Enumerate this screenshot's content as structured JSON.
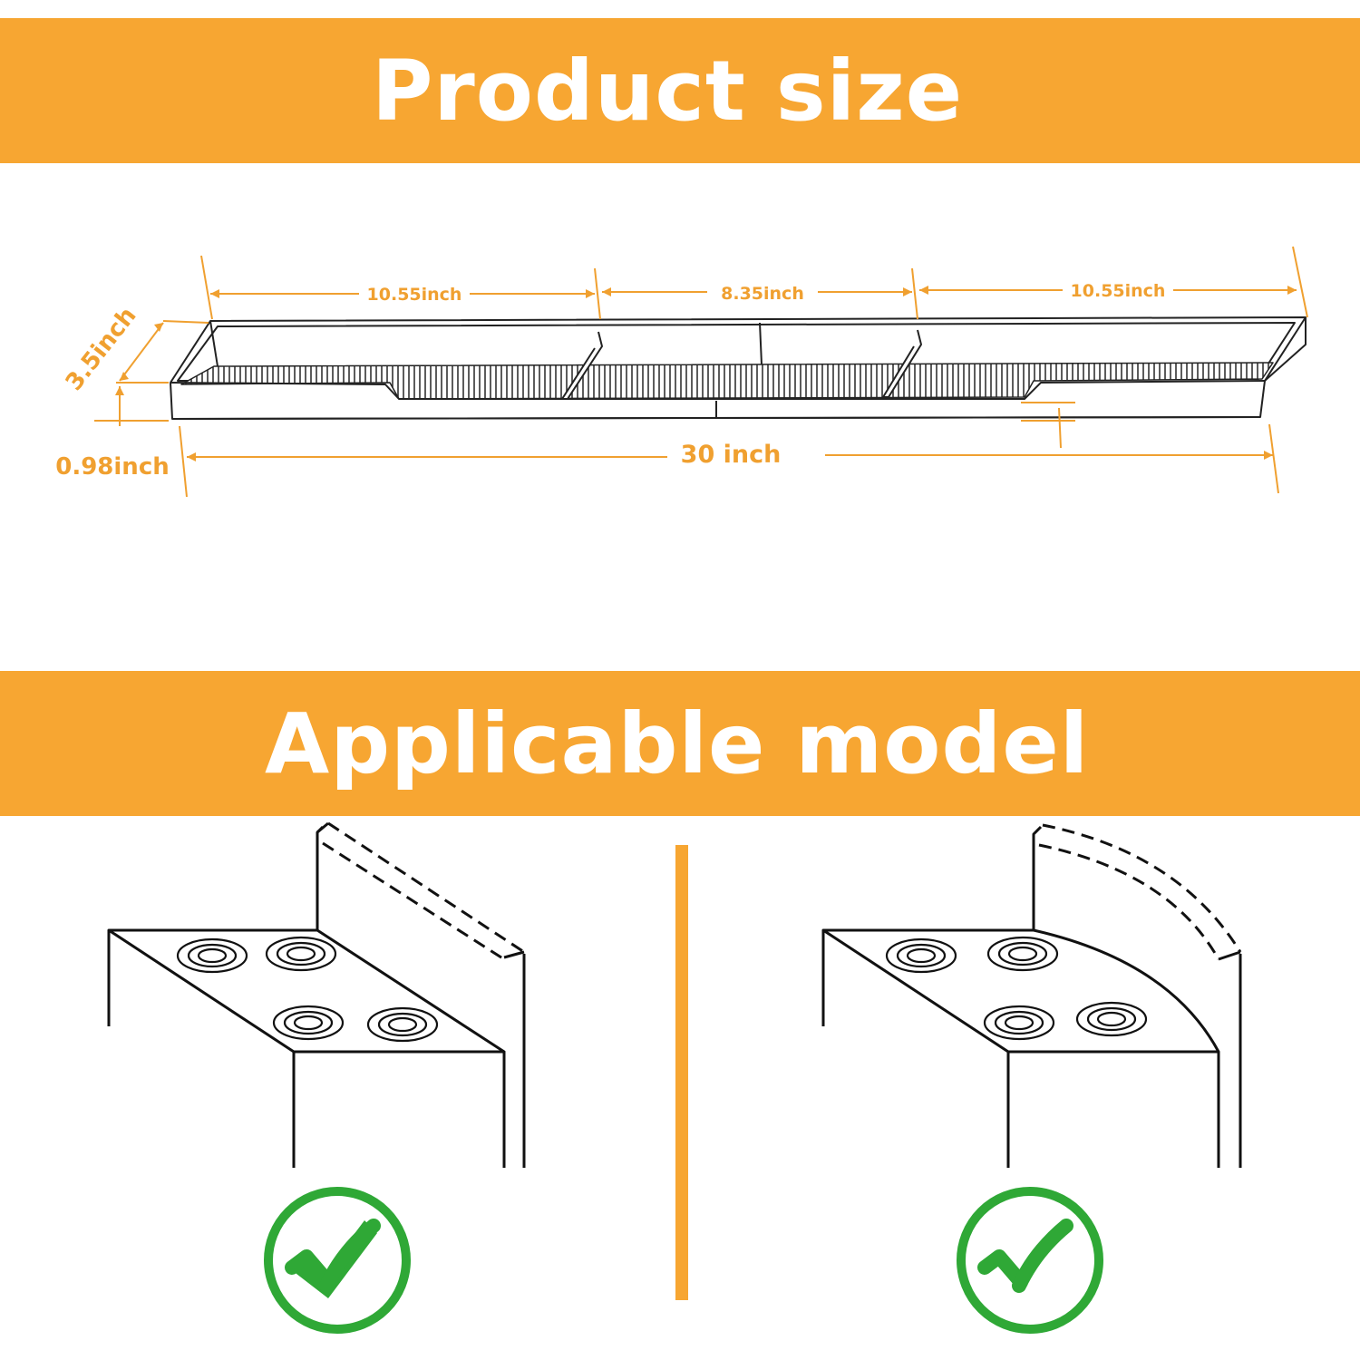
{
  "colors": {
    "accent": "#F7A632",
    "dimension": "#F0A030",
    "line": "#222222",
    "check": "#2FA836"
  },
  "sections": {
    "size_title": "Product size",
    "model_title": "Applicable model"
  },
  "dimensions": {
    "left_segment": "10.55inch",
    "middle_segment": "8.35inch",
    "right_segment": "10.55inch",
    "total_length": "30 inch",
    "depth": "3.5inch",
    "height": "0.98inch"
  },
  "models": [
    {
      "shape": "straight",
      "status_icon": "check-icon"
    },
    {
      "shape": "curved",
      "status_icon": "check-icon"
    }
  ]
}
